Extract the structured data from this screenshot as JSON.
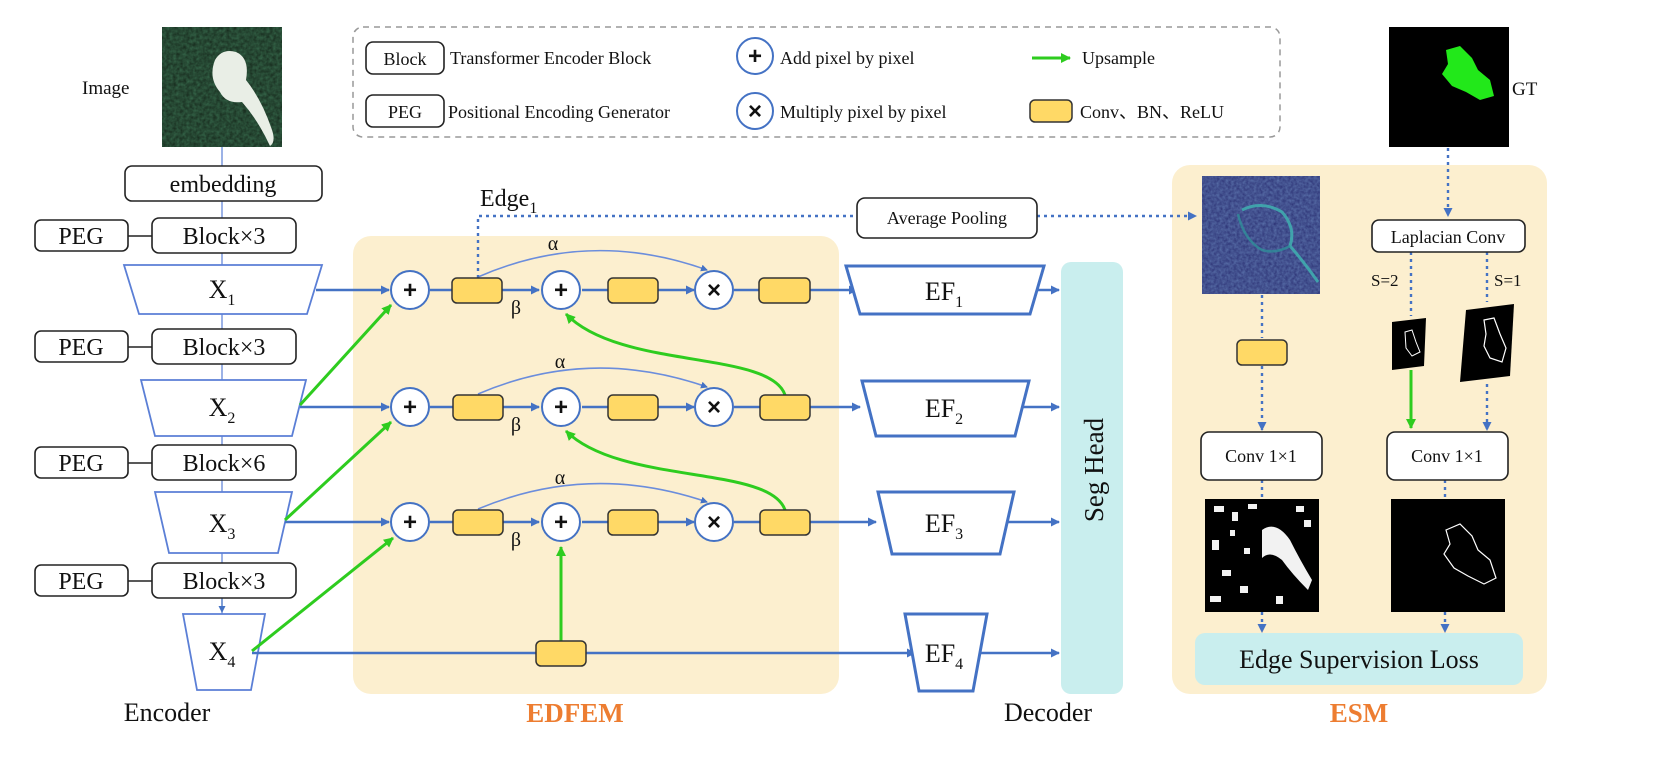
{
  "legend": {
    "block_box": "Block",
    "block_text": "Transformer Encoder Block",
    "peg_box": "PEG",
    "peg_text": "Positional Encoding Generator",
    "add_glyph": "+",
    "add_text": "Add pixel by pixel",
    "mul_glyph": "×",
    "mul_text": "Multiply pixel by pixel",
    "upsample_text": "Upsample",
    "conv_text": "Conv、BN、ReLU"
  },
  "encoder": {
    "image_label": "Image",
    "embedding": "embedding",
    "peg": "PEG",
    "blocks": [
      "Block×3",
      "Block×3",
      "Block×6",
      "Block×3"
    ],
    "features": [
      {
        "main": "X",
        "sub": "1"
      },
      {
        "main": "X",
        "sub": "2"
      },
      {
        "main": "X",
        "sub": "3"
      },
      {
        "main": "X",
        "sub": "4"
      }
    ],
    "label": "Encoder"
  },
  "edfem": {
    "label": "EDFEM",
    "edge_label": {
      "main": "Edge",
      "sub": "1"
    },
    "alpha": "α",
    "beta": "β",
    "average_pooling": "Average Pooling"
  },
  "decoder": {
    "features": [
      {
        "main": "EF",
        "sub": "1"
      },
      {
        "main": "EF",
        "sub": "2"
      },
      {
        "main": "EF",
        "sub": "3"
      },
      {
        "main": "EF",
        "sub": "4"
      }
    ],
    "seg_head": "Seg Head",
    "label": "Decoder"
  },
  "esm": {
    "label": "ESM",
    "gt_label": "GT",
    "laplacian": "Laplacian Conv",
    "s2": "S=2",
    "s1": "S=1",
    "conv_left": "Conv 1×1",
    "conv_right": "Conv 1×1",
    "loss": "Edge Supervision Loss"
  },
  "colors": {
    "blue_arrow": "#4472c4",
    "green_arrow": "#2ecc1f",
    "conv_fill": "#ffd966",
    "panel_fill": "#fcefcf",
    "teal_fill": "#c9eeee",
    "accent_orange": "#ed7d31",
    "trapezoid_stroke": "#5b7fd6"
  },
  "icons": [
    "add-icon",
    "multiply-icon",
    "upsample-arrow-icon",
    "conv-block-icon"
  ]
}
